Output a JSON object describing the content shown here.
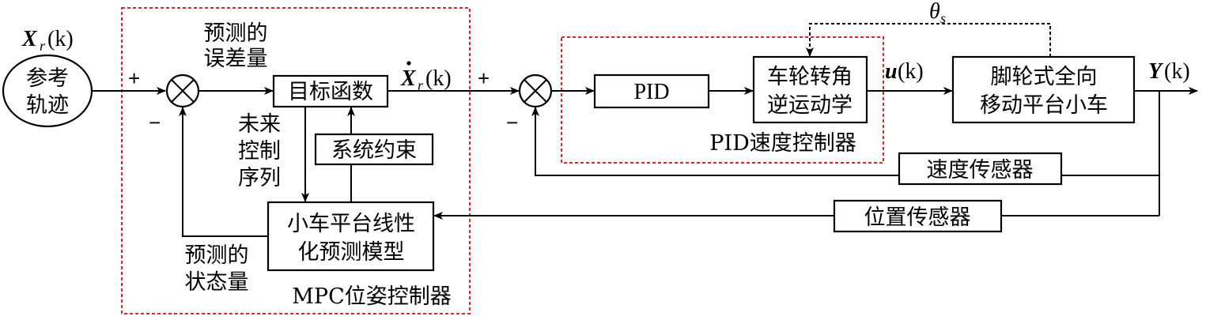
{
  "input": {
    "symbol": "X",
    "subscript": "r",
    "arg": "(k)",
    "ellipse_line1": "参考",
    "ellipse_line2": "轨迹"
  },
  "mpc": {
    "label": "MPC位姿控制器",
    "objective": "目标函数",
    "constraints": "系统约束",
    "model_line1": "小车平台线性",
    "model_line2": "化预测模型",
    "pred_error_line1": "预测的",
    "pred_error_line2": "误差量",
    "future_line1": "未来",
    "future_line2": "控制",
    "future_line3": "序列",
    "pred_state_line1": "预测的",
    "pred_state_line2": "状态量"
  },
  "xdot": {
    "symbol": "X",
    "subscript": "r",
    "arg": "(k)"
  },
  "pid": {
    "label": "PID速度控制器",
    "pid_box": "PID",
    "ik_line1": "车轮转角",
    "ik_line2": "逆运动学"
  },
  "theta": {
    "symbol": "θ",
    "subscript": "s"
  },
  "u_signal": {
    "symbol": "u",
    "arg": "(k)"
  },
  "vehicle": {
    "line1": "脚轮式全向",
    "line2": "移动平台小车"
  },
  "y_signal": {
    "symbol": "Y",
    "arg": "(k)"
  },
  "sensors": {
    "speed": "速度传感器",
    "position": "位置传感器"
  },
  "signs": {
    "plus": "+",
    "minus": "−"
  }
}
